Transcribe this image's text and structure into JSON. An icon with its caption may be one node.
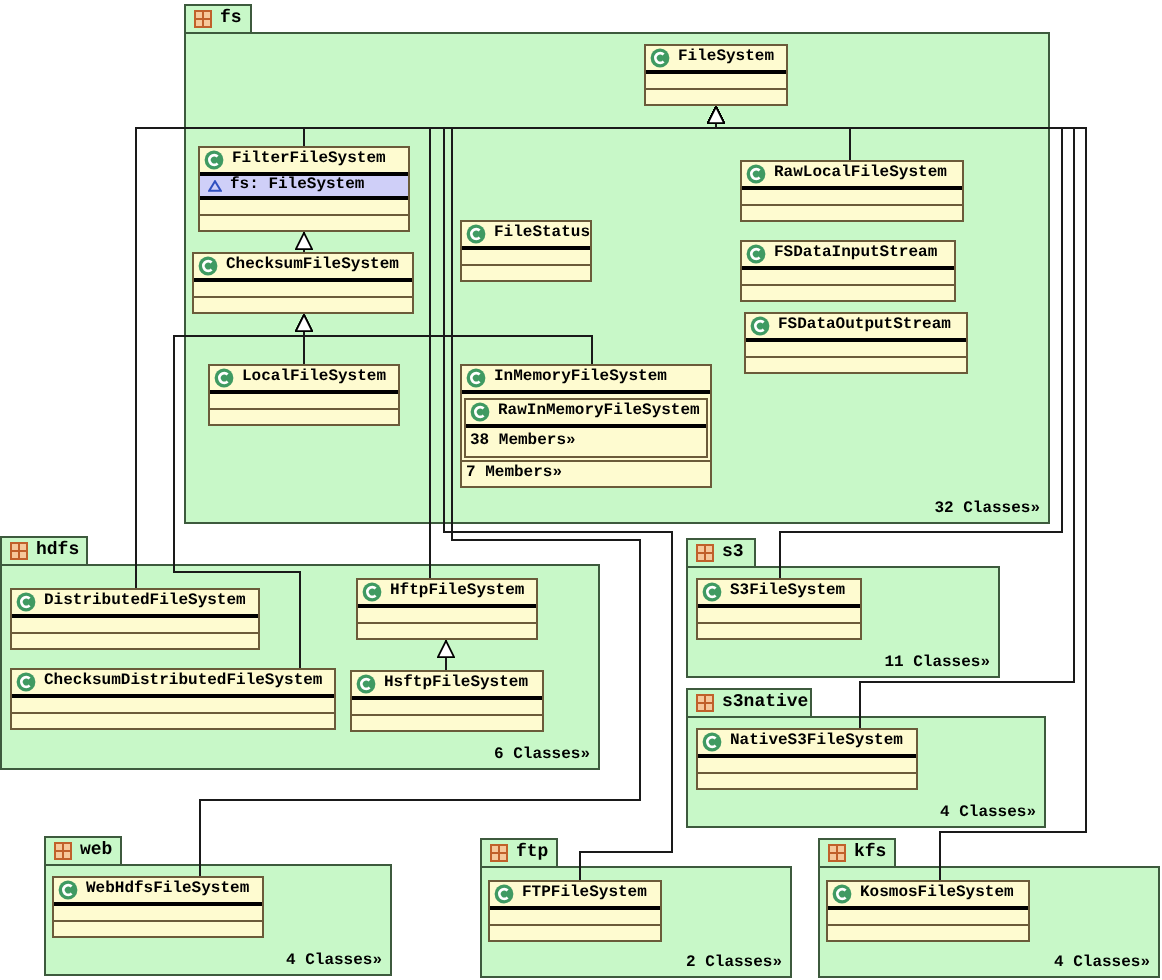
{
  "diagram": {
    "nodes": [
      {
        "text": [
          "fs",
          "32 Classes»"
        ]
      },
      {
        "text": [
          "FileSystem"
        ],
        "in": 0
      },
      {
        "text": [
          "FilterFileSystem",
          "fs: FileSystem"
        ],
        "in": 0
      },
      {
        "text": [
          "ChecksumFileSystem"
        ],
        "in": 0
      },
      {
        "text": [
          "FileStatus"
        ],
        "in": 0
      },
      {
        "text": [
          "RawLocalFileSystem"
        ],
        "in": 0
      },
      {
        "text": [
          "FSDataInputStream"
        ],
        "in": 0
      },
      {
        "text": [
          "FSDataOutputStream"
        ],
        "in": 0
      },
      {
        "text": [
          "LocalFileSystem"
        ],
        "in": 0
      },
      {
        "text": [
          "InMemoryFileSystem",
          "7 Members»"
        ],
        "in": 0
      },
      {
        "text": [
          "RawInMemoryFileSystem",
          "38 Members»"
        ],
        "in": 9
      },
      {
        "text": [
          "hdfs",
          "6 Classes»"
        ]
      },
      {
        "text": [
          "DistributedFileSystem"
        ],
        "in": 11
      },
      {
        "text": [
          "HftpFileSystem"
        ],
        "in": 11
      },
      {
        "text": [
          "ChecksumDistributedFileSystem"
        ],
        "in": 11
      },
      {
        "text": [
          "HsftpFileSystem"
        ],
        "in": 11
      },
      {
        "text": [
          "s3",
          "11 Classes»"
        ]
      },
      {
        "text": [
          "S3FileSystem"
        ],
        "in": 16
      },
      {
        "text": [
          "s3native",
          "4 Classes»"
        ]
      },
      {
        "text": [
          "NativeS3FileSystem"
        ],
        "in": 18
      },
      {
        "text": [
          "web",
          "4 Classes»"
        ]
      },
      {
        "text": [
          "WebHdfsFileSystem"
        ],
        "in": 20
      },
      {
        "text": [
          "ftp",
          "2 Classes»"
        ]
      },
      {
        "text": [
          "FTPFileSystem"
        ],
        "in": 22
      },
      {
        "text": [
          "kfs",
          "4 Classes»"
        ]
      },
      {
        "text": [
          "KosmosFileSystem"
        ],
        "in": 24
      }
    ],
    "edges": [
      {
        "from": 2,
        "to": 1,
        "arrow": "to"
      },
      {
        "from": 3,
        "to": 2,
        "arrow": "to"
      },
      {
        "from": 5,
        "to": 1,
        "arrow": "to"
      },
      {
        "from": 8,
        "to": 3,
        "arrow": "to"
      },
      {
        "from": 9,
        "to": 3,
        "arrow": "to"
      },
      {
        "from": 12,
        "to": 1,
        "arrow": "to"
      },
      {
        "from": 14,
        "to": 3,
        "arrow": "to"
      },
      {
        "from": 13,
        "to": 1,
        "arrow": "to"
      },
      {
        "from": 15,
        "to": 13,
        "arrow": "to"
      },
      {
        "from": 17,
        "to": 1,
        "arrow": "to"
      },
      {
        "from": 19,
        "to": 1,
        "arrow": "to"
      },
      {
        "from": 21,
        "to": 1,
        "arrow": "to"
      },
      {
        "from": 23,
        "to": 1,
        "arrow": "to"
      },
      {
        "from": 25,
        "to": 1,
        "arrow": "to"
      }
    ]
  }
}
